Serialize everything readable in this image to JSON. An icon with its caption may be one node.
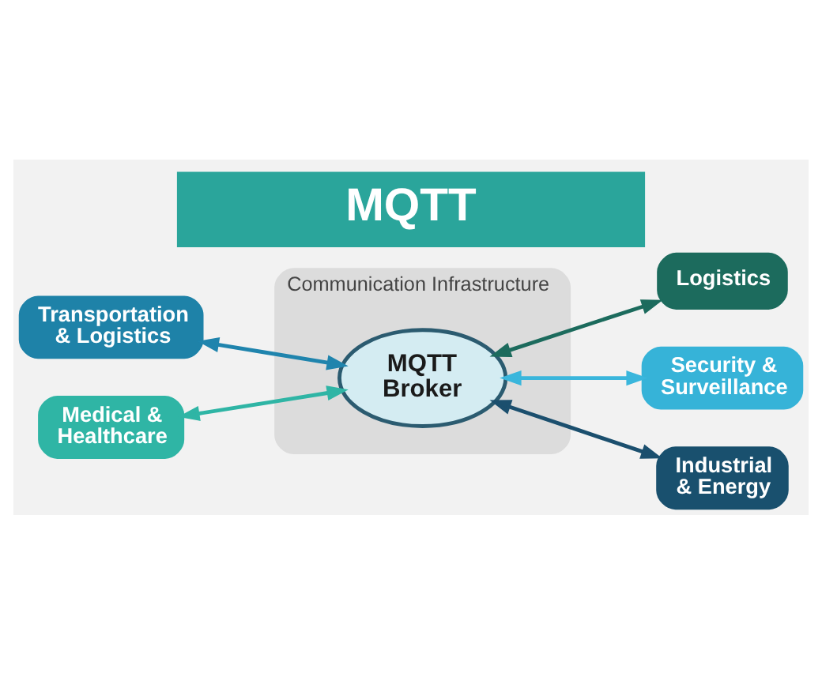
{
  "diagram": {
    "title": "MQTT",
    "nodes": [
      {
        "text": [
          "Transportation & Logistics"
        ]
      },
      {
        "text": [
          "Logistics"
        ]
      },
      {
        "text": [
          "Communication Infrastructure"
        ]
      },
      {
        "text": [
          "MQTT Broker"
        ],
        "in": 2
      },
      {
        "text": [
          "Medical & Healthcare"
        ]
      },
      {
        "text": [
          "Security & Surveillance"
        ]
      },
      {
        "text": [
          "Industrial & Energy"
        ]
      }
    ],
    "edges": [
      {
        "from": 0,
        "to": 3,
        "arrow": "both",
        "color": "#1f84ad"
      },
      {
        "from": 3,
        "to": 1,
        "arrow": "both",
        "color": "#1c6b5d"
      },
      {
        "from": 4,
        "to": 3,
        "arrow": "both",
        "color": "#2fb5a5"
      },
      {
        "from": 3,
        "to": 5,
        "arrow": "both",
        "color": "#3ab6dc"
      },
      {
        "from": 3,
        "to": 6,
        "arrow": "both",
        "color": "#1b4f6e"
      }
    ]
  }
}
